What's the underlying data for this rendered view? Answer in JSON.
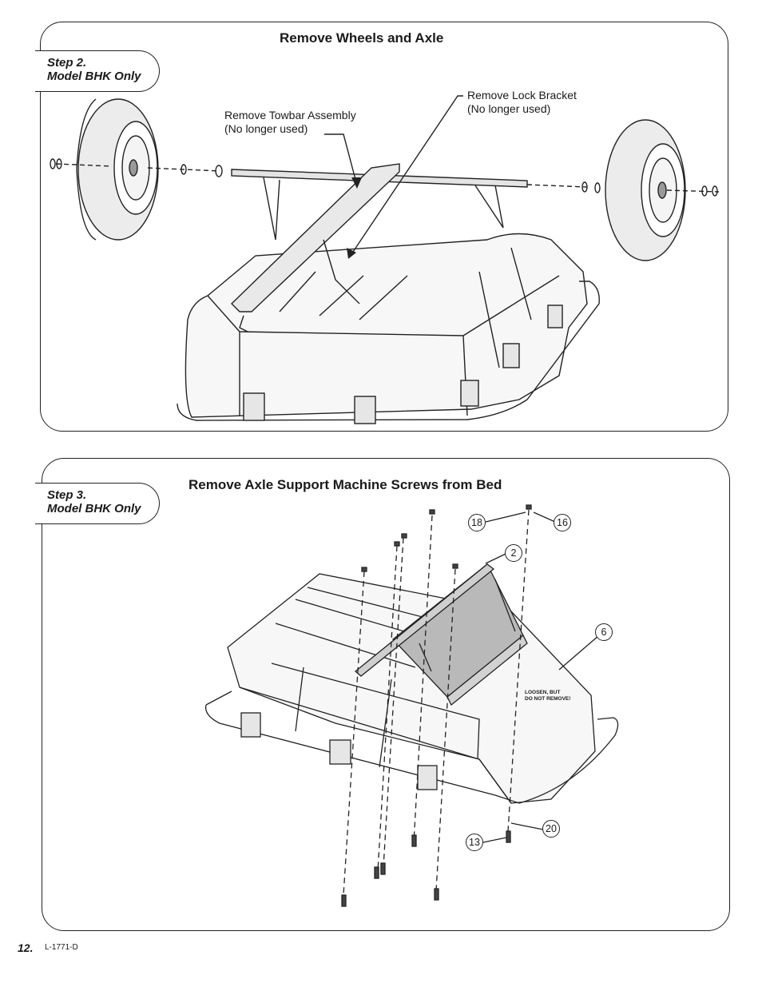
{
  "panels": [
    {
      "title": "Remove Wheels and Axle",
      "step_line1": "Step 2.",
      "step_line2": "Model BHK Only",
      "callouts": {
        "towbar_line1": "Remove Towbar Assembly",
        "towbar_line2": "(No longer used)",
        "lock_line1": "Remove Lock Bracket",
        "lock_line2": "(No longer used)"
      }
    },
    {
      "title": "Remove Axle Support Machine Screws from Bed",
      "step_line1": "Step 3.",
      "step_line2": "Model BHK Only",
      "part_numbers": [
        "18",
        "16",
        "2",
        "6",
        "20",
        "13"
      ],
      "note_line1": "LOOSEN, BUT",
      "note_line2": "DO NOT REMOVE!"
    }
  ],
  "footer": {
    "page_number": "12.",
    "doc_code": "L-1771-D"
  }
}
